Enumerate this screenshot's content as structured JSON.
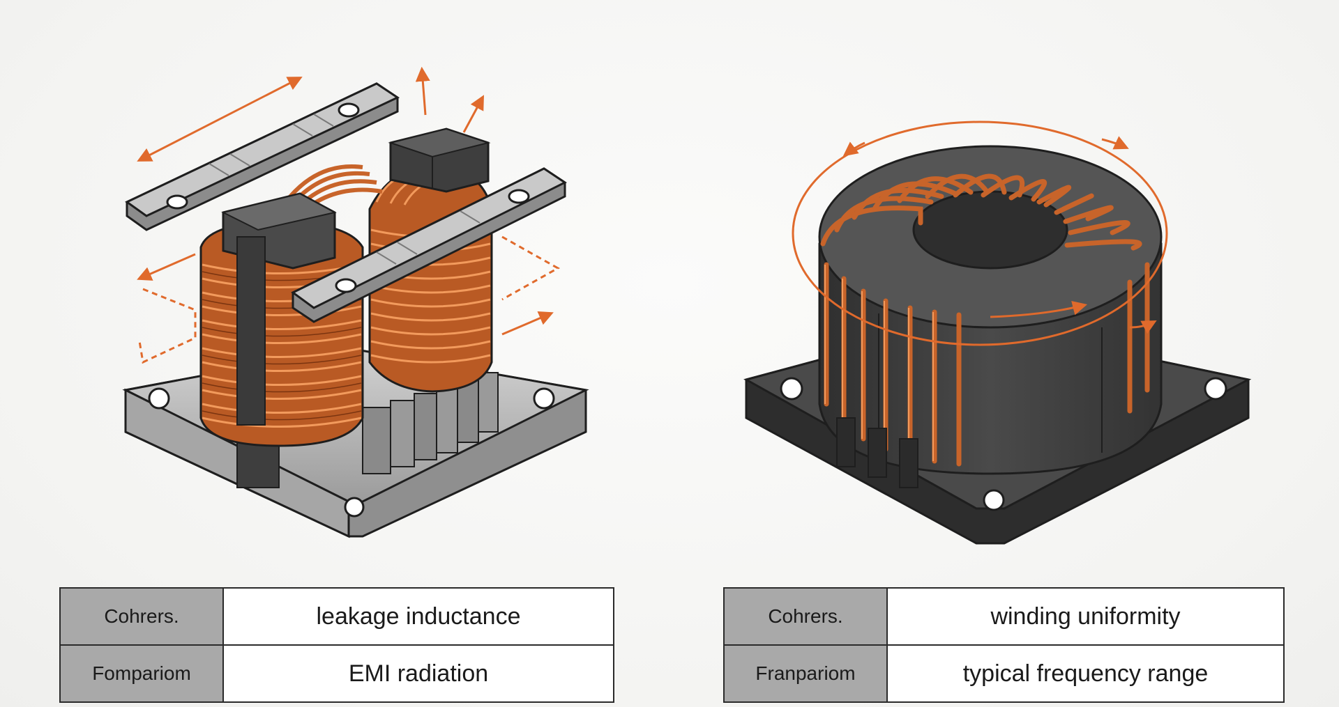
{
  "tables": {
    "left": {
      "rows": [
        {
          "key": "Cohrers.",
          "value": "leakage inductance"
        },
        {
          "key": "Fompariom",
          "value": "EMI radiation"
        }
      ]
    },
    "right": {
      "rows": [
        {
          "key": "Cohrers.",
          "value": "winding uniformity"
        },
        {
          "key": "Franpariom",
          "value": "typical frequency range"
        }
      ]
    }
  },
  "colors": {
    "copper": "#c8642a",
    "copper_highlight": "#f29a5c",
    "arrow": "#e06a2c",
    "steel": "#b9b9b9",
    "ferrite": "#3e3e3e",
    "outline": "#1e1e1e"
  }
}
